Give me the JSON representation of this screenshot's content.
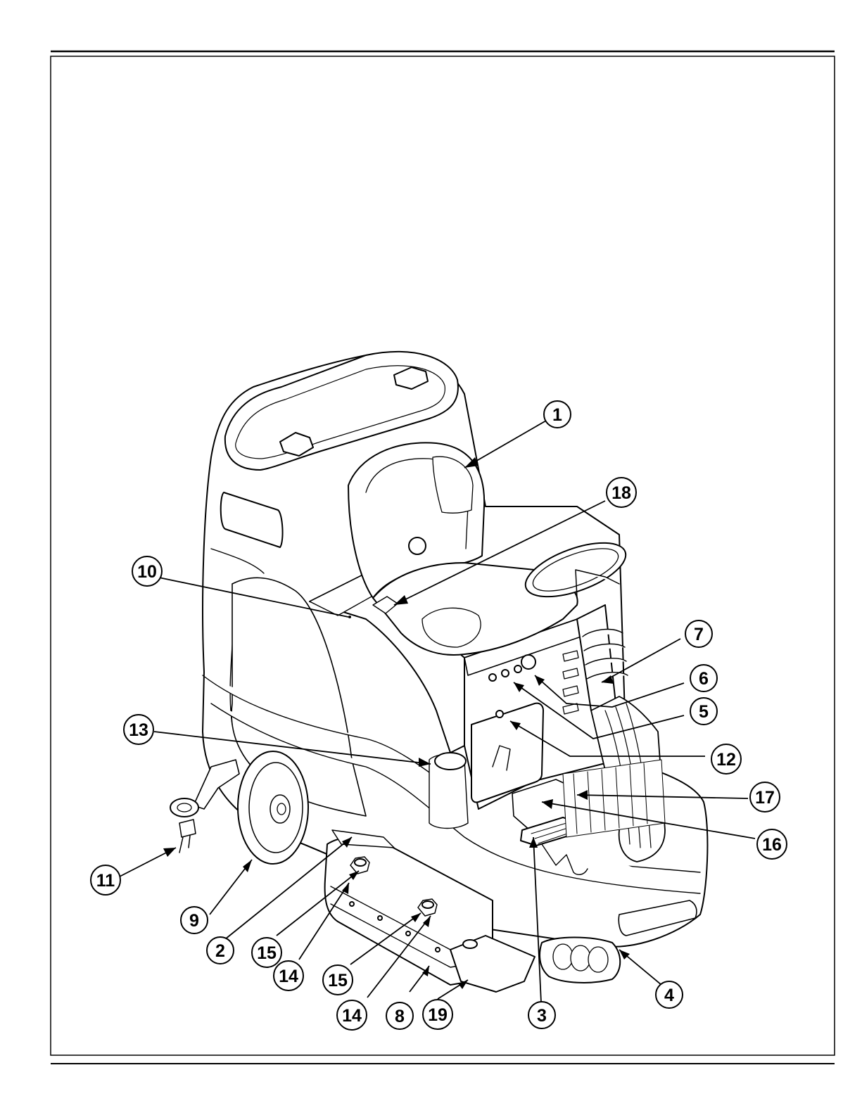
{
  "figure": {
    "subject": "ride-on floor scrubber machine",
    "callouts": [
      {
        "id": "c1",
        "label": "1"
      },
      {
        "id": "c2",
        "label": "2"
      },
      {
        "id": "c3",
        "label": "3"
      },
      {
        "id": "c4",
        "label": "4"
      },
      {
        "id": "c5",
        "label": "5"
      },
      {
        "id": "c6",
        "label": "6"
      },
      {
        "id": "c7",
        "label": "7"
      },
      {
        "id": "c8",
        "label": "8"
      },
      {
        "id": "c9",
        "label": "9"
      },
      {
        "id": "c10",
        "label": "10"
      },
      {
        "id": "c11",
        "label": "11"
      },
      {
        "id": "c12",
        "label": "12"
      },
      {
        "id": "c13",
        "label": "13"
      },
      {
        "id": "c14a",
        "label": "14"
      },
      {
        "id": "c14b",
        "label": "14"
      },
      {
        "id": "c15a",
        "label": "15"
      },
      {
        "id": "c15b",
        "label": "15"
      },
      {
        "id": "c16",
        "label": "16"
      },
      {
        "id": "c17",
        "label": "17"
      },
      {
        "id": "c18",
        "label": "18"
      },
      {
        "id": "c19",
        "label": "19"
      }
    ]
  }
}
